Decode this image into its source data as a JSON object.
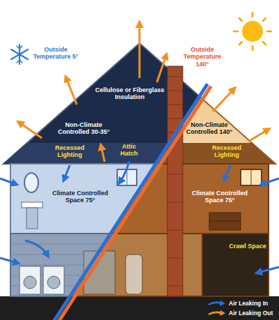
{
  "diagram": {
    "labels": [
      "Outside Temperature 5°",
      "Outside Temperature 140°",
      "Cellulose or Fiberglass Insulation",
      "Non-Climate Controlled 30-35°",
      "Non-Climate Controlled 140°",
      "Recessed Lighting",
      "Attic Hatch",
      "Recessed Lighting",
      "Climate Controlled Space 75°",
      "Climate Controlled Space 75°",
      "Crawl Space"
    ],
    "legend": [
      {
        "text": "Air Leaking In"
      },
      {
        "text": "Air Leaking Out"
      }
    ]
  }
}
